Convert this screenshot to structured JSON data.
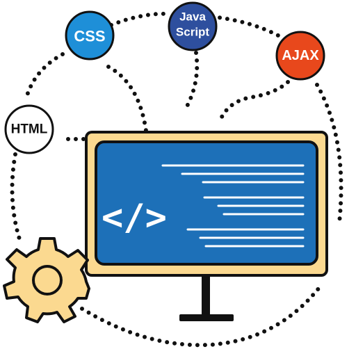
{
  "badges": {
    "css": {
      "label": "CSS",
      "fill": "#1e8fd8",
      "text_color": "#ffffff"
    },
    "javascript": {
      "line1": "Java",
      "line2": "Script",
      "fill": "#2e4f9e",
      "text_color": "#ffffff"
    },
    "ajax": {
      "label": "AJAX",
      "fill": "#e8481c",
      "text_color": "#ffffff"
    },
    "html": {
      "label": "HTML",
      "fill": "#ffffff",
      "text_color": "#111111"
    }
  },
  "monitor": {
    "code_symbol": "</>",
    "frame_color": "#fbd990",
    "screen_color": "#1d70b8",
    "line_color": "#ffffff"
  },
  "gear": {
    "icon": "gear-icon",
    "color": "#fbd990"
  },
  "colors": {
    "outline": "#111111",
    "dots": "#111111"
  }
}
